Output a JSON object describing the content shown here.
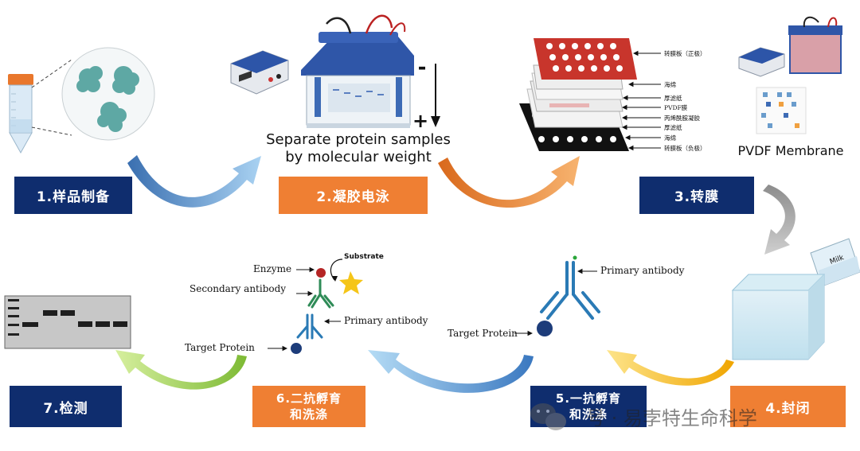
{
  "steps": {
    "s1": "1.样品制备",
    "s2": "2.凝胶电泳",
    "s3": "3.转膜",
    "s4": "4.封闭",
    "s5a": "5.一抗孵育",
    "s5b": "和洗涤",
    "s6a": "6.二抗孵育",
    "s6b": "和洗涤",
    "s7": "7.检测"
  },
  "captions": {
    "gel_line1": "Separate protein samples",
    "gel_line2": "by molecular weight",
    "minus": "-",
    "plus": "+",
    "pvdf": "PVDF Membrane",
    "milk": "Milk"
  },
  "transfer_layers": [
    "转膜板（正极）",
    "海绵",
    "厚滤纸",
    "PVDF膜",
    "丙烯酰胺凝胶",
    "厚滤纸",
    "海绵",
    "转膜板（负极）"
  ],
  "labels": {
    "enzyme": "Enzyme",
    "substrate": "Substrate",
    "secondary": "Secondary antibody",
    "primary6": "Primary antibody",
    "target6": "Target Protein",
    "primary5": "Primary antibody",
    "target5": "Target Protein"
  },
  "watermark": {
    "text": "号 · 易孛特生命科学"
  },
  "colors": {
    "navy": "#0f2d6e",
    "orange": "#ef7f33",
    "blue_arrow": "#5b9bd5",
    "orange_arrow": "#e67e22",
    "gray_arrow": "#a6a6a6",
    "yellow_arrow": "#f2b90f",
    "green_arrow": "#8dc63f"
  }
}
